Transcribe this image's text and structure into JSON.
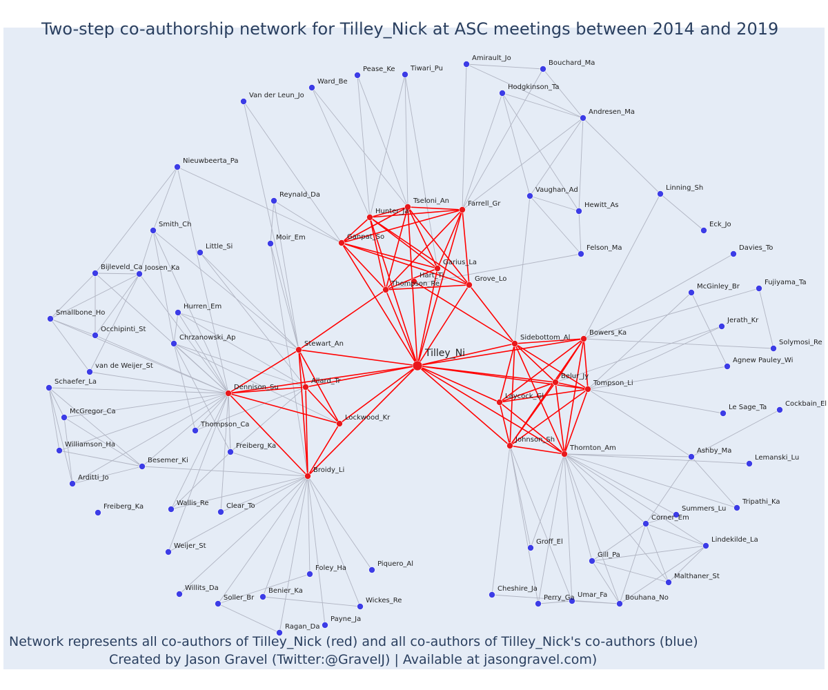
{
  "title": "Two-step co-authorship network for Tilley_Nick at ASC meetings between 2014 and 2019",
  "caption": {
    "line1": "Network represents all co-authors of Tilley_Nick (red) and all co-authors of Tilley_Nick's co-authors (blue)",
    "line2": "Created by Jason Gravel (Twitter:@GravelJ) | Available at jasongravel.com)"
  },
  "colors": {
    "background": "#e5ecf6",
    "focal_node": "#e8181b",
    "coauthor_node": "#e8181b",
    "second_step_node": "#3c3ce6",
    "red_edge": "#ff0000",
    "gray_edge": "#b0b4c2",
    "title_text": "#2a3f5f"
  },
  "focal": "Tilley_Ni",
  "red_nodes": [
    "Tilley_Ni",
    "Hunter_Ja",
    "Tseloni_An",
    "Farrell_Gr",
    "Ganpat_So",
    "Garius_La",
    "Hart_Ti",
    "Thompson_Re",
    "Grove_Lo",
    "Stewart_An",
    "Dennison_Su",
    "Allard_Tr",
    "Lockwood_Kr",
    "Broidy_Li",
    "Sidebottom_Al",
    "Bowers_Ka",
    "Belur_Jy",
    "Tompson_Li",
    "Laycock_Gl",
    "Johnson_Sh",
    "Thornton_Am"
  ],
  "nodes": [
    "Tilley_Ni",
    "Hunter_Ja",
    "Tseloni_An",
    "Farrell_Gr",
    "Ganpat_So",
    "Garius_La",
    "Hart_Ti",
    "Thompson_Re",
    "Grove_Lo",
    "Stewart_An",
    "Dennison_Su",
    "Allard_Tr",
    "Lockwood_Kr",
    "Broidy_Li",
    "Sidebottom_Al",
    "Bowers_Ka",
    "Belur_Jy",
    "Tompson_Li",
    "Laycock_Gl",
    "Johnson_Sh",
    "Thornton_Am",
    "Amirault_Jo",
    "Bouchard_Ma",
    "Hodgkinson_Ta",
    "Andresen_Ma",
    "Tiwari_Pu",
    "Pease_Ke",
    "Ward_Be",
    "Van der Leun_Jo",
    "Nieuwbeerta_Pa",
    "Reynald_Da",
    "Moir_Em",
    "Smith_Ch",
    "Little_Si",
    "Bijleveld_Ca",
    "Joosen_Ka",
    "Smallbone_Ho",
    "Occhipinti_St",
    "Hurren_Em",
    "Chrzanowski_Ap",
    "van de Weijer_St",
    "Schaefer_La",
    "McGregor_Ca",
    "Thompson_Ca",
    "Freiberg_Ka",
    "Williamson_Ha",
    "Besemer_Ki",
    "Arditti_Jo",
    "Freiberg_Ka",
    "Wallis_Re",
    "Clear_To",
    "Weijer_St",
    "Willits_Da",
    "Soller_Br",
    "Benier_Ka",
    "Foley_Ha",
    "Piquero_Al",
    "Wickes_Re",
    "Payne_Ja",
    "Ragan_Da",
    "Vaughan_Ad",
    "Hewitt_As",
    "Felson_Ma",
    "Linning_Sh",
    "Eck_Jo",
    "Davies_To",
    "McGinley_Br",
    "Fujiyama_Ta",
    "Jerath_Kr",
    "Solymosi_Re",
    "Agnew Pauley_Wi",
    "Le Sage_Ta",
    "Cockbain_El",
    "Ashby_Ma",
    "Lemanski_Lu",
    "Tripathi_Ka",
    "Summers_Lu",
    "Corner_Em",
    "Lindekilde_La",
    "Gill_Pa",
    "Malthaner_St",
    "Groff_El",
    "Cheshire_Ja",
    "Perry_Ga",
    "Umar_Fa",
    "Bouhana_No"
  ],
  "edges": [
    [
      "Tilley_Ni",
      "Hunter_Ja"
    ],
    [
      "Tilley_Ni",
      "Tseloni_An"
    ],
    [
      "Tilley_Ni",
      "Farrell_Gr"
    ],
    [
      "Tilley_Ni",
      "Ganpat_So"
    ],
    [
      "Tilley_Ni",
      "Garius_La"
    ],
    [
      "Tilley_Ni",
      "Thompson_Re"
    ],
    [
      "Tilley_Ni",
      "Grove_Lo"
    ],
    [
      "Tilley_Ni",
      "Stewart_An"
    ],
    [
      "Tilley_Ni",
      "Dennison_Su"
    ],
    [
      "Tilley_Ni",
      "Allard_Tr"
    ],
    [
      "Tilley_Ni",
      "Lockwood_Kr"
    ],
    [
      "Tilley_Ni",
      "Broidy_Li"
    ],
    [
      "Tilley_Ni",
      "Sidebottom_Al"
    ],
    [
      "Tilley_Ni",
      "Bowers_Ka"
    ],
    [
      "Tilley_Ni",
      "Belur_Jy"
    ],
    [
      "Tilley_Ni",
      "Tompson_Li"
    ],
    [
      "Tilley_Ni",
      "Laycock_Gl"
    ],
    [
      "Tilley_Ni",
      "Johnson_Sh"
    ],
    [
      "Tilley_Ni",
      "Thornton_Am"
    ],
    [
      "Hunter_Ja",
      "Tseloni_An"
    ],
    [
      "Hunter_Ja",
      "Farrell_Gr"
    ],
    [
      "Hunter_Ja",
      "Ganpat_So"
    ],
    [
      "Hunter_Ja",
      "Garius_La"
    ],
    [
      "Hunter_Ja",
      "Thompson_Re"
    ],
    [
      "Hunter_Ja",
      "Grove_Lo"
    ],
    [
      "Tseloni_An",
      "Farrell_Gr"
    ],
    [
      "Tseloni_An",
      "Ganpat_So"
    ],
    [
      "Tseloni_An",
      "Garius_La"
    ],
    [
      "Tseloni_An",
      "Thompson_Re"
    ],
    [
      "Tseloni_An",
      "Grove_Lo"
    ],
    [
      "Farrell_Gr",
      "Ganpat_So"
    ],
    [
      "Farrell_Gr",
      "Garius_La"
    ],
    [
      "Farrell_Gr",
      "Thompson_Re"
    ],
    [
      "Farrell_Gr",
      "Grove_Lo"
    ],
    [
      "Ganpat_So",
      "Garius_La"
    ],
    [
      "Ganpat_So",
      "Thompson_Re"
    ],
    [
      "Ganpat_So",
      "Grove_Lo"
    ],
    [
      "Garius_La",
      "Thompson_Re"
    ],
    [
      "Thompson_Re",
      "Grove_Lo"
    ],
    [
      "Stewart_An",
      "Dennison_Su"
    ],
    [
      "Stewart_An",
      "Allard_Tr"
    ],
    [
      "Stewart_An",
      "Lockwood_Kr"
    ],
    [
      "Stewart_An",
      "Broidy_Li"
    ],
    [
      "Dennison_Su",
      "Allard_Tr"
    ],
    [
      "Dennison_Su",
      "Lockwood_Kr"
    ],
    [
      "Dennison_Su",
      "Broidy_Li"
    ],
    [
      "Allard_Tr",
      "Lockwood_Kr"
    ],
    [
      "Allard_Tr",
      "Broidy_Li"
    ],
    [
      "Lockwood_Kr",
      "Broidy_Li"
    ],
    [
      "Sidebottom_Al",
      "Bowers_Ka"
    ],
    [
      "Sidebottom_Al",
      "Belur_Jy"
    ],
    [
      "Sidebottom_Al",
      "Tompson_Li"
    ],
    [
      "Sidebottom_Al",
      "Laycock_Gl"
    ],
    [
      "Sidebottom_Al",
      "Johnson_Sh"
    ],
    [
      "Sidebottom_Al",
      "Thornton_Am"
    ],
    [
      "Bowers_Ka",
      "Belur_Jy"
    ],
    [
      "Bowers_Ka",
      "Tompson_Li"
    ],
    [
      "Bowers_Ka",
      "Laycock_Gl"
    ],
    [
      "Bowers_Ka",
      "Johnson_Sh"
    ],
    [
      "Bowers_Ka",
      "Thornton_Am"
    ],
    [
      "Belur_Jy",
      "Tompson_Li"
    ],
    [
      "Belur_Jy",
      "Laycock_Gl"
    ],
    [
      "Belur_Jy",
      "Johnson_Sh"
    ],
    [
      "Belur_Jy",
      "Thornton_Am"
    ],
    [
      "Tompson_Li",
      "Laycock_Gl"
    ],
    [
      "Tompson_Li",
      "Johnson_Sh"
    ],
    [
      "Tompson_Li",
      "Thornton_Am"
    ],
    [
      "Laycock_Gl",
      "Johnson_Sh"
    ],
    [
      "Laycock_Gl",
      "Thornton_Am"
    ],
    [
      "Johnson_Sh",
      "Thornton_Am"
    ],
    [
      "Hunter_Ja",
      "Ward_Be"
    ],
    [
      "Hunter_Ja",
      "Pease_Ke"
    ],
    [
      "Hunter_Ja",
      "Tiwari_Pu"
    ],
    [
      "Tseloni_An",
      "Ward_Be"
    ],
    [
      "Tseloni_An",
      "Pease_Ke"
    ],
    [
      "Tseloni_An",
      "Tiwari_Pu"
    ],
    [
      "Farrell_Gr",
      "Amirault_Jo"
    ],
    [
      "Farrell_Gr",
      "Bouchard_Ma"
    ],
    [
      "Farrell_Gr",
      "Hodgkinson_Ta"
    ],
    [
      "Farrell_Gr",
      "Andresen_Ma"
    ],
    [
      "Garius_La",
      "Tiwari_Pu"
    ],
    [
      "Ganpat_So",
      "Van der Leun_Jo"
    ],
    [
      "Ganpat_So",
      "Reynald_Da"
    ],
    [
      "Ganpat_So",
      "Nieuwbeerta_Pa"
    ],
    [
      "Amirault_Jo",
      "Bouchard_Ma"
    ],
    [
      "Amirault_Jo",
      "Andresen_Ma"
    ],
    [
      "Bouchard_Ma",
      "Andresen_Ma"
    ],
    [
      "Hodgkinson_Ta",
      "Andresen_Ma"
    ],
    [
      "Hodgkinson_Ta",
      "Vaughan_Ad"
    ],
    [
      "Hodgkinson_Ta",
      "Hewitt_As"
    ],
    [
      "Andresen_Ma",
      "Linning_Sh"
    ],
    [
      "Andresen_Ma",
      "Vaughan_Ad"
    ],
    [
      "Andresen_Ma",
      "Hewitt_As"
    ],
    [
      "Linning_Sh",
      "Eck_Jo"
    ],
    [
      "Vaughan_Ad",
      "Hewitt_As"
    ],
    [
      "Vaughan_Ad",
      "Felson_Ma"
    ],
    [
      "Hewitt_As",
      "Felson_Ma"
    ],
    [
      "Sidebottom_Al",
      "Vaughan_Ad"
    ],
    [
      "Thompson_Re",
      "Felson_Ma"
    ],
    [
      "Hart_Ti",
      "Sidebottom_Al"
    ],
    [
      "Grove_Lo",
      "Sidebottom_Al"
    ],
    [
      "Stewart_An",
      "Thompson_Re"
    ],
    [
      "Bowers_Ka",
      "Linning_Sh"
    ],
    [
      "Bowers_Ka",
      "Solymosi_Re"
    ],
    [
      "Bowers_Ka",
      "Davies_To"
    ],
    [
      "Bowers_Ka",
      "Fujiyama_Ta"
    ],
    [
      "Tompson_Li",
      "McGinley_Br"
    ],
    [
      "Tompson_Li",
      "Jerath_Kr"
    ],
    [
      "Tompson_Li",
      "Agnew Pauley_Wi"
    ],
    [
      "Tompson_Li",
      "Le Sage_Ta"
    ],
    [
      "Tompson_Li",
      "Ashby_Ma"
    ],
    [
      "Belur_Jy",
      "Jerath_Kr"
    ],
    [
      "McGinley_Br",
      "Agnew Pauley_Wi"
    ],
    [
      "Fujiyama_Ta",
      "Solymosi_Re"
    ],
    [
      "Thornton_Am",
      "Ashby_Ma"
    ],
    [
      "Thornton_Am",
      "Lemanski_Lu"
    ],
    [
      "Thornton_Am",
      "Tripathi_Ka"
    ],
    [
      "Thornton_Am",
      "Summers_Lu"
    ],
    [
      "Thornton_Am",
      "Corner_Em"
    ],
    [
      "Thornton_Am",
      "Lindekilde_La"
    ],
    [
      "Thornton_Am",
      "Gill_Pa"
    ],
    [
      "Thornton_Am",
      "Malthaner_St"
    ],
    [
      "Thornton_Am",
      "Bouhana_No"
    ],
    [
      "Thornton_Am",
      "Groff_El"
    ],
    [
      "Thornton_Am",
      "Perry_Ga"
    ],
    [
      "Thornton_Am",
      "Umar_Fa"
    ],
    [
      "Johnson_Sh",
      "Groff_El"
    ],
    [
      "Johnson_Sh",
      "Cheshire_Ja"
    ],
    [
      "Johnson_Sh",
      "Perry_Ga"
    ],
    [
      "Johnson_Sh",
      "Umar_Fa"
    ],
    [
      "Ashby_Ma",
      "Cockbain_El"
    ],
    [
      "Ashby_Ma",
      "Corner_Em"
    ],
    [
      "Ashby_Ma",
      "Tripathi_Ka"
    ],
    [
      "Corner_Em",
      "Gill_Pa"
    ],
    [
      "Corner_Em",
      "Lindekilde_La"
    ],
    [
      "Corner_Em",
      "Malthaner_St"
    ],
    [
      "Corner_Em",
      "Bouhana_No"
    ],
    [
      "Corner_Em",
      "Summers_Lu"
    ],
    [
      "Gill_Pa",
      "Lindekilde_La"
    ],
    [
      "Gill_Pa",
      "Malthaner_St"
    ],
    [
      "Gill_Pa",
      "Bouhana_No"
    ],
    [
      "Lindekilde_La",
      "Bouhana_No"
    ],
    [
      "Malthaner_St",
      "Lindekilde_La"
    ],
    [
      "Perry_Ga",
      "Umar_Fa"
    ],
    [
      "Umar_Fa",
      "Bouhana_No"
    ],
    [
      "Cheshire_Ja",
      "Bouhana_No"
    ],
    [
      "Dennison_Su",
      "Nieuwbeerta_Pa"
    ],
    [
      "Dennison_Su",
      "Smith_Ch"
    ],
    [
      "Dennison_Su",
      "Bijleveld_Ca"
    ],
    [
      "Dennison_Su",
      "Joosen_Ka"
    ],
    [
      "Dennison_Su",
      "Smallbone_Ho"
    ],
    [
      "Dennison_Su",
      "Occhipinti_St"
    ],
    [
      "Dennison_Su",
      "Hurren_Em"
    ],
    [
      "Dennison_Su",
      "Chrzanowski_Ap"
    ],
    [
      "Dennison_Su",
      "van de Weijer_St"
    ],
    [
      "Dennison_Su",
      "Schaefer_La"
    ],
    [
      "Dennison_Su",
      "McGregor_Ca"
    ],
    [
      "Dennison_Su",
      "Thompson_Ca"
    ],
    [
      "Dennison_Su",
      "Williamson_Ha"
    ],
    [
      "Dennison_Su",
      "Besemer_Ki"
    ],
    [
      "Dennison_Su",
      "Arditti_Jo"
    ],
    [
      "Dennison_Su",
      "Freiberg_Ka"
    ],
    [
      "Dennison_Su",
      "Wallis_Re"
    ],
    [
      "Dennison_Su",
      "Clear_To"
    ],
    [
      "Dennison_Su",
      "Weijer_St"
    ],
    [
      "Dennison_Su",
      "Freiberg_Ka"
    ],
    [
      "Stewart_An",
      "Moir_Em"
    ],
    [
      "Stewart_An",
      "Reynald_Da"
    ],
    [
      "Stewart_An",
      "Little_Si"
    ],
    [
      "Stewart_An",
      "Hurren_Em"
    ],
    [
      "Stewart_An",
      "Smith_Ch"
    ],
    [
      "Allard_Tr",
      "Little_Si"
    ],
    [
      "Allard_Tr",
      "Hurren_Em"
    ],
    [
      "Allard_Tr",
      "Chrzanowski_Ap"
    ],
    [
      "Allard_Tr",
      "Thompson_Ca"
    ],
    [
      "Allard_Tr",
      "Freiberg_Ka"
    ],
    [
      "Lockwood_Kr",
      "Chrzanowski_Ap"
    ],
    [
      "Bijleveld_Ca",
      "Joosen_Ka"
    ],
    [
      "Bijleveld_Ca",
      "Smallbone_Ho"
    ],
    [
      "Bijleveld_Ca",
      "Occhipinti_St"
    ],
    [
      "Joosen_Ka",
      "Occhipinti_St"
    ],
    [
      "Joosen_Ka",
      "Smallbone_Ho"
    ],
    [
      "Smallbone_Ho",
      "Occhipinti_St"
    ],
    [
      "Smallbone_Ho",
      "van de Weijer_St"
    ],
    [
      "Nieuwbeerta_Pa",
      "Smith_Ch"
    ],
    [
      "Nieuwbeerta_Pa",
      "Bijleveld_Ca"
    ],
    [
      "Smith_Ch",
      "Joosen_Ka"
    ],
    [
      "Smith_Ch",
      "Chrzanowski_Ap"
    ],
    [
      "van de Weijer_St",
      "Joosen_Ka"
    ],
    [
      "Schaefer_La",
      "McGregor_Ca"
    ],
    [
      "Schaefer_La",
      "Williamson_Ha"
    ],
    [
      "Schaefer_La",
      "Arditti_Jo"
    ],
    [
      "Schaefer_La",
      "Besemer_Ki"
    ],
    [
      "McGregor_Ca",
      "Besemer_Ki"
    ],
    [
      "McGregor_Ca",
      "Arditti_Jo"
    ],
    [
      "Williamson_Ha",
      "Besemer_Ki"
    ],
    [
      "Besemer_Ki",
      "Arditti_Jo"
    ],
    [
      "Besemer_Ki",
      "Broidy_Li"
    ],
    [
      "Hurren_Em",
      "Chrzanowski_Ap"
    ],
    [
      "Chrzanowski_Ap",
      "Thompson_Ca"
    ],
    [
      "Chrzanowski_Ap",
      "Freiberg_Ka"
    ],
    [
      "Broidy_Li",
      "Freiberg_Ka"
    ],
    [
      "Broidy_Li",
      "Wallis_Re"
    ],
    [
      "Broidy_Li",
      "Clear_To"
    ],
    [
      "Broidy_Li",
      "Weijer_St"
    ],
    [
      "Broidy_Li",
      "Willits_Da"
    ],
    [
      "Broidy_Li",
      "Soller_Br"
    ],
    [
      "Broidy_Li",
      "Benier_Ka"
    ],
    [
      "Broidy_Li",
      "Foley_Ha"
    ],
    [
      "Broidy_Li",
      "Piquero_Al"
    ],
    [
      "Broidy_Li",
      "Wickes_Re"
    ],
    [
      "Broidy_Li",
      "Payne_Ja"
    ],
    [
      "Broidy_Li",
      "Ragan_Da"
    ],
    [
      "Soller_Br",
      "Foley_Ha"
    ],
    [
      "Soller_Br",
      "Ragan_Da"
    ],
    [
      "Benier_Ka",
      "Wickes_Re"
    ],
    [
      "Wallis_Re",
      "Freiberg_Ka"
    ],
    [
      "Van der Leun_Jo",
      "Stewart_An"
    ],
    [
      "Moir_Em",
      "Reynald_Da"
    ],
    [
      "Moir_Em",
      "Broidy_Li"
    ]
  ]
}
